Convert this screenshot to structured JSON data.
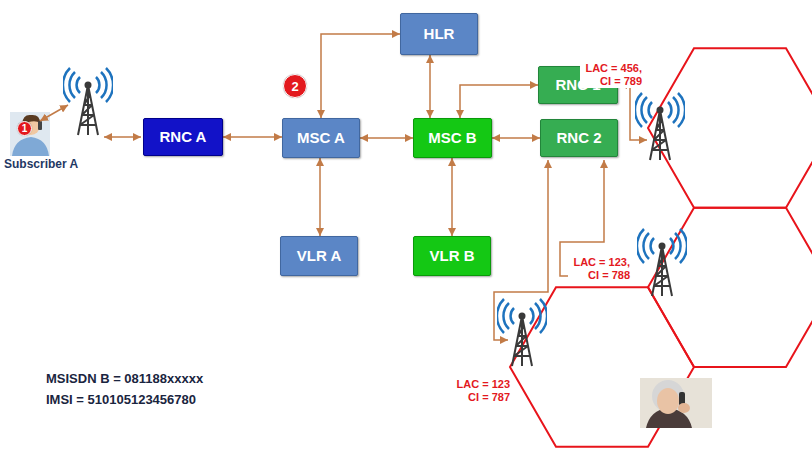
{
  "diagram": {
    "nodes": [
      {
        "text": [
          "HLR"
        ]
      },
      {
        "text": [
          "RNC 1"
        ]
      },
      {
        "text": [
          "RNC A"
        ]
      },
      {
        "text": [
          "MSC A"
        ]
      },
      {
        "text": [
          "MSC B"
        ]
      },
      {
        "text": [
          "RNC 2"
        ]
      },
      {
        "text": [
          "VLR A"
        ]
      },
      {
        "text": [
          "VLR B"
        ]
      }
    ],
    "edges": [
      {
        "from": 2,
        "to": 3,
        "arrow": "both"
      },
      {
        "from": 3,
        "to": 0,
        "arrow": "both"
      },
      {
        "from": 3,
        "to": 4,
        "arrow": "both"
      },
      {
        "from": 3,
        "to": 6,
        "arrow": "both"
      },
      {
        "from": 0,
        "to": 4,
        "arrow": "both"
      },
      {
        "from": 4,
        "to": 7,
        "arrow": "both"
      },
      {
        "from": 4,
        "to": 1,
        "arrow": "both"
      },
      {
        "from": 4,
        "to": 5,
        "arrow": "both"
      }
    ],
    "labels": [
      "1",
      "Subscriber A",
      "2",
      "LAC = 456, CI = 789",
      "LAC = 123, CI = 788",
      "LAC = 123 CI = 787",
      "MSISDN B = 081188xxxxx",
      "IMSI = 510105123456780"
    ]
  }
}
